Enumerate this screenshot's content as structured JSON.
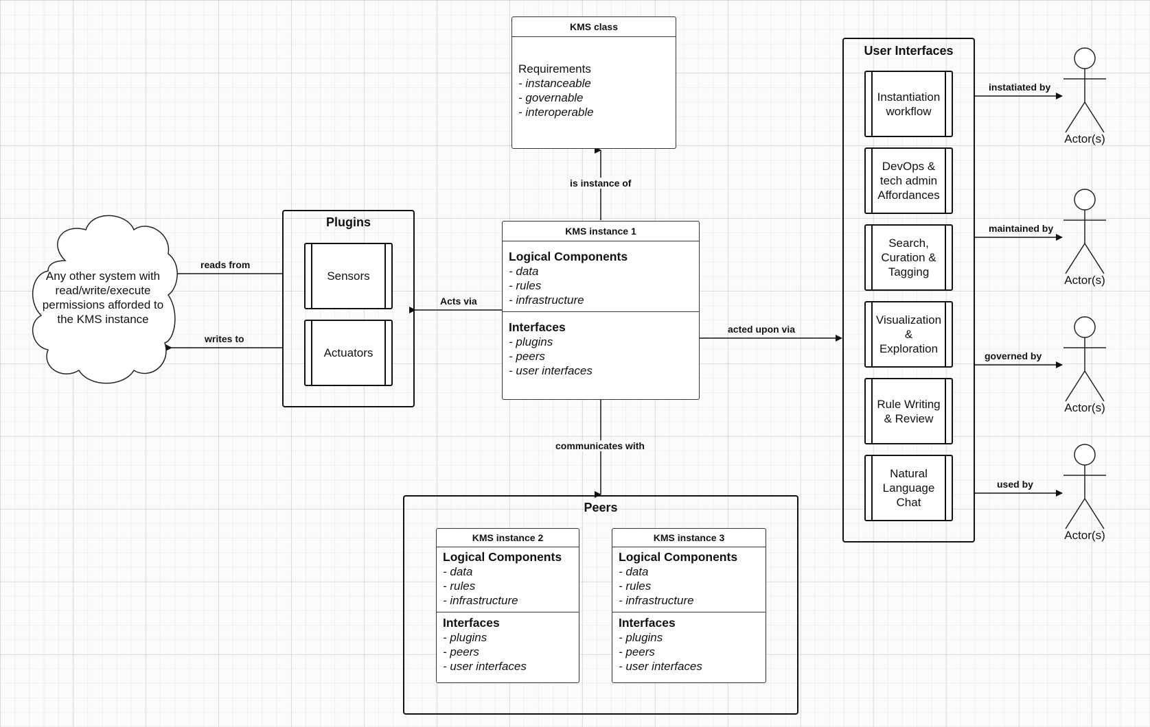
{
  "kms_class": {
    "title": "KMS class",
    "requirements_label": "Requirements",
    "items": [
      "- instanceable",
      "- governable",
      "- interoperable"
    ]
  },
  "kms_instance_1": {
    "title": "KMS instance 1",
    "logical_heading": "Logical Components",
    "logical_items": [
      "- data",
      "- rules",
      "- infrastructure"
    ],
    "interfaces_heading": "Interfaces",
    "interfaces_items": [
      "- plugins",
      "- peers",
      "- user interfaces"
    ]
  },
  "plugins": {
    "title": "Plugins",
    "items": [
      "Sensors",
      "Actuators"
    ]
  },
  "cloud": {
    "text": "Any other system with read/write/execute permissions afforded to the KMS instance"
  },
  "peers": {
    "title": "Peers",
    "instances": [
      {
        "title": "KMS instance 2",
        "logical_heading": "Logical Components",
        "logical_items": [
          "- data",
          "- rules",
          "- infrastructure"
        ],
        "interfaces_heading": "Interfaces",
        "interfaces_items": [
          "- plugins",
          "- peers",
          "- user interfaces"
        ]
      },
      {
        "title": "KMS instance 3",
        "logical_heading": "Logical Components",
        "logical_items": [
          "- data",
          "- rules",
          "- infrastructure"
        ],
        "interfaces_heading": "Interfaces",
        "interfaces_items": [
          "- plugins",
          "- peers",
          "- user interfaces"
        ]
      }
    ]
  },
  "user_interfaces": {
    "title": "User Interfaces",
    "items": [
      "Instantiation workflow",
      "DevOps & tech admin Affordances",
      "Search, Curation & Tagging",
      "Visualization & Exploration",
      "Rule Writing & Review",
      "Natural Language Chat"
    ]
  },
  "actors": {
    "label": "Actor(s)",
    "relations": [
      "instatiated by",
      "maintained by",
      "governed by",
      "used by"
    ]
  },
  "edges": {
    "is_instance_of": "is instance of",
    "acts_via": "Acts via",
    "reads_from": "reads from",
    "writes_to": "writes to",
    "acted_upon_via": "acted upon via",
    "communicates_with": "communicates with"
  }
}
